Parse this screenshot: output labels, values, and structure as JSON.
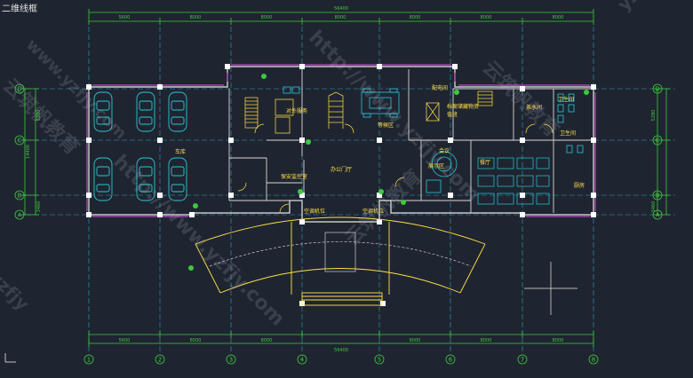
{
  "viewport": {
    "label": "二维线框"
  },
  "colors": {
    "background": "#1f2530",
    "dim": "#3ec93e",
    "wall": "#e8e8e8",
    "window": "#b84ac0",
    "furniture": "#29c6d6",
    "text": "#ffe14a",
    "column": "#ffffff",
    "grid": "#2f9dc8"
  },
  "dimensions": {
    "overall": "56400",
    "top_segments": [
      "5600",
      "8000",
      "8000",
      "8000",
      "8000",
      "8000",
      "8000"
    ],
    "bottom_segments": [
      "5600",
      "8000",
      "8000",
      "8000",
      "8000",
      "8000"
    ],
    "bottom_overall": "56400",
    "left_side": [
      "3460",
      "14400",
      "5280"
    ],
    "right_side": [
      "3460",
      "5280"
    ]
  },
  "axes": {
    "columns": [
      "1",
      "2",
      "3",
      "4",
      "5",
      "6",
      "7",
      "8"
    ],
    "rows": [
      "D",
      "C",
      "B",
      "A"
    ]
  },
  "rooms": {
    "garage": "车库",
    "reception": "对外服务",
    "waiting": "等候区",
    "electrical": "配电间",
    "archive": "档案储藏物资",
    "duty": "值班",
    "janitor": "茶水间",
    "toilet": "卫生间",
    "lobby": "办公门厅",
    "exhibition": "展示区",
    "meeting": "会议",
    "canteen": "餐厅",
    "kitchen": "厨房",
    "security": "保安监控室",
    "ac_left": "空调机位",
    "ac_right": "空调机位"
  },
  "watermarks": [
    "www.yzfjy.com",
    "云筑帆教育",
    "http://www.yzfjy.com",
    "http://www.yzfjy.com",
    "云筑帆教育",
    "yzfjy.com",
    "云筑帆教育",
    "yzfjy"
  ]
}
